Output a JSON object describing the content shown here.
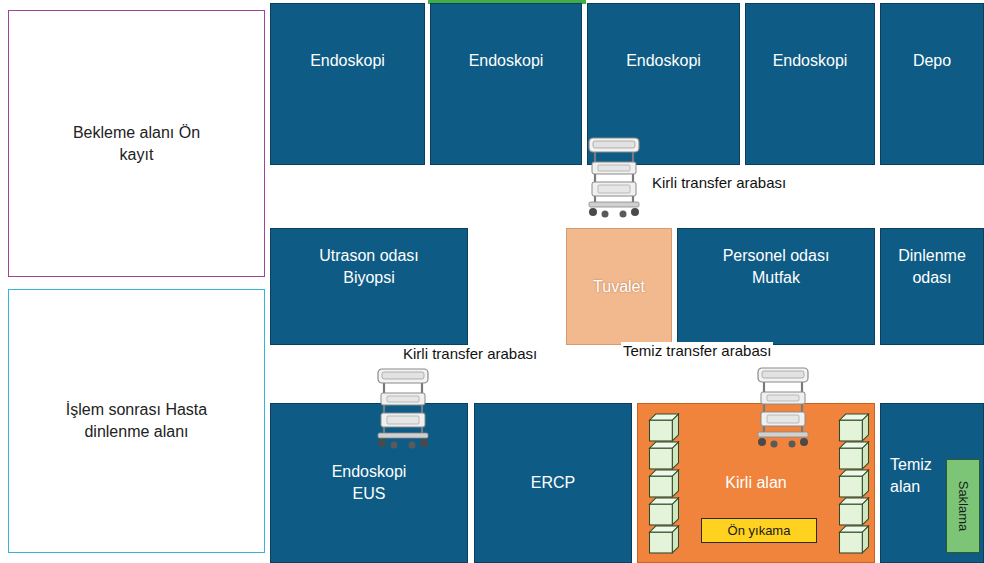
{
  "diagram": {
    "nodes": [
      {
        "text": [
          "Bekleme alanı Ön kayıt"
        ]
      },
      {
        "text": [
          "Endoskopi"
        ]
      },
      {
        "text": [
          "Endoskopi"
        ]
      },
      {
        "text": [
          "Endoskopi"
        ]
      },
      {
        "text": [
          "Endoskopi"
        ]
      },
      {
        "text": [
          "Depo"
        ]
      },
      {
        "text": [
          "Utrason odası Biyopsi"
        ]
      },
      {
        "text": [
          "Tuvalet"
        ]
      },
      {
        "text": [
          "Personel odası Mutfak"
        ]
      },
      {
        "text": [
          "Dinlenme odası"
        ]
      },
      {
        "text": [
          "İşlem sonrası Hasta dinlenme alanı"
        ]
      },
      {
        "text": [
          "Endoskopi EUS"
        ]
      },
      {
        "text": [
          "ERCP"
        ]
      },
      {
        "text": [
          "Kirli alan"
        ]
      },
      {
        "text": [
          "Ön yıkama"
        ],
        "in": 13
      },
      {
        "text": [
          "Temiz alan"
        ]
      },
      {
        "text": [
          "Saklama"
        ],
        "in": 15
      }
    ],
    "labels": [
      "Kirli transfer arabası",
      "Kirli transfer arabası",
      "Temiz transfer arabası"
    ]
  }
}
